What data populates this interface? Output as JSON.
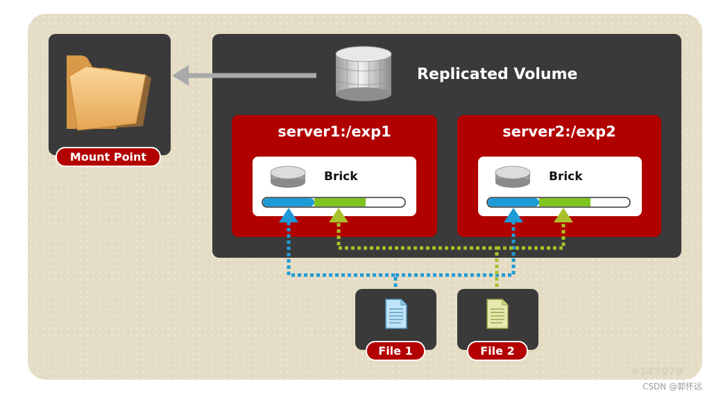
{
  "volume_title": "Replicated Volume",
  "mount_point_label": "Mount Point",
  "servers": [
    {
      "title": "server1:/exp1",
      "brick_label": "Brick"
    },
    {
      "title": "server2:/exp2",
      "brick_label": "Brick"
    }
  ],
  "files": [
    {
      "label": "File 1"
    },
    {
      "label": "File 2"
    }
  ],
  "watermark": "#145079",
  "credit": "CSDN @郭怀远",
  "colors": {
    "background": "#e4dcc4",
    "panel": "#3a3a3a",
    "server_box": "#b10000",
    "file1_path": "#1e9ad6",
    "file2_path": "#a8c12a"
  }
}
